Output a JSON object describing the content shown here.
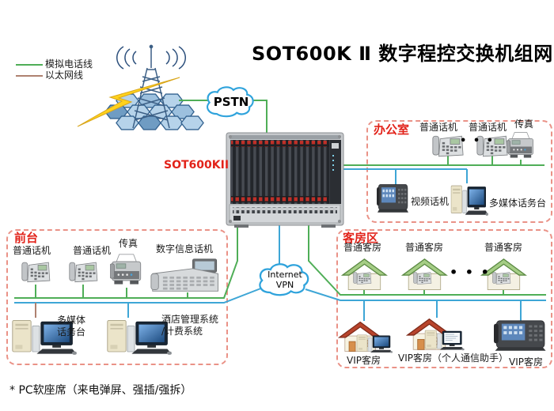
{
  "colors": {
    "analog_line_green": "#4fae57",
    "ethernet_line_brown": "#ae8170",
    "vpn_line_blue": "#3ea6d6",
    "accent_red": "#e2231a",
    "box_border_red": "#ea9287",
    "cloud_outline_blue": "#2fa3dc",
    "lightning_yellow": "#ffd21c"
  },
  "legend": {
    "analog": "模拟电话线",
    "ethernet": "以太网线"
  },
  "title": "SOT600K Ⅱ 数字程控交换机组网图",
  "pstn": "PSTN",
  "switch_label": "SOT600KII",
  "internet": {
    "line1": "Internet",
    "line2": "VPN"
  },
  "office": {
    "title": "办公室",
    "phone1": "普通话机",
    "phone2": "普通话机",
    "fax": "传真",
    "dots": "• • •",
    "video_phone": "视频话机",
    "console": "多媒体话务台"
  },
  "front_desk": {
    "title": "前台",
    "phone1": "普通话机",
    "phone2": "普通话机",
    "fax": "传真",
    "digital_phone": "数字信息话机",
    "console_line1": "多媒体",
    "console_line2": "话务台",
    "hotel_line1": "酒店管理系统",
    "hotel_line2": "/计费系统"
  },
  "guest_area": {
    "title": "客房区",
    "room1": "普通客房",
    "room2": "普通客房",
    "room3": "普通客房",
    "dots": "• • •",
    "vip1": "VIP客房",
    "vip2": "VIP客房（个人通信助手）",
    "vip3": "VIP客房"
  },
  "footnote": "* PC软座席（来电弹屏、强插/强拆）"
}
